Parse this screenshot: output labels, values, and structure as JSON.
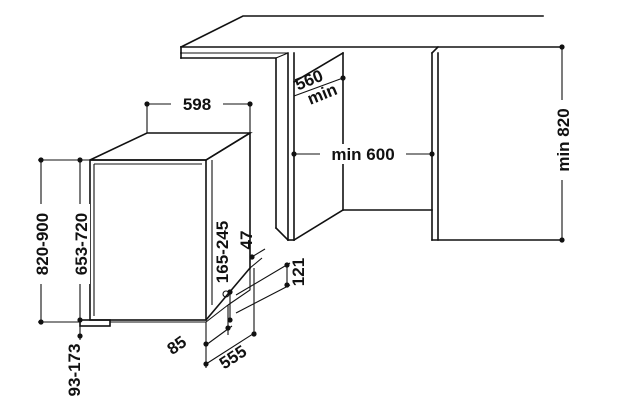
{
  "dimensions": {
    "appliance_width": "598",
    "niche_depth_line1": "560",
    "niche_depth_line2": "min",
    "niche_width": "min 600",
    "niche_height": "min 820",
    "height_total": "820-900",
    "height_body": "653-720",
    "foot_height": "93-173",
    "door_gap": "165-245",
    "door_offset": "47",
    "plinth_height": "121",
    "plinth_depth": "85",
    "appliance_depth": "555"
  },
  "colors": {
    "line": "#111111",
    "background": "#ffffff"
  }
}
